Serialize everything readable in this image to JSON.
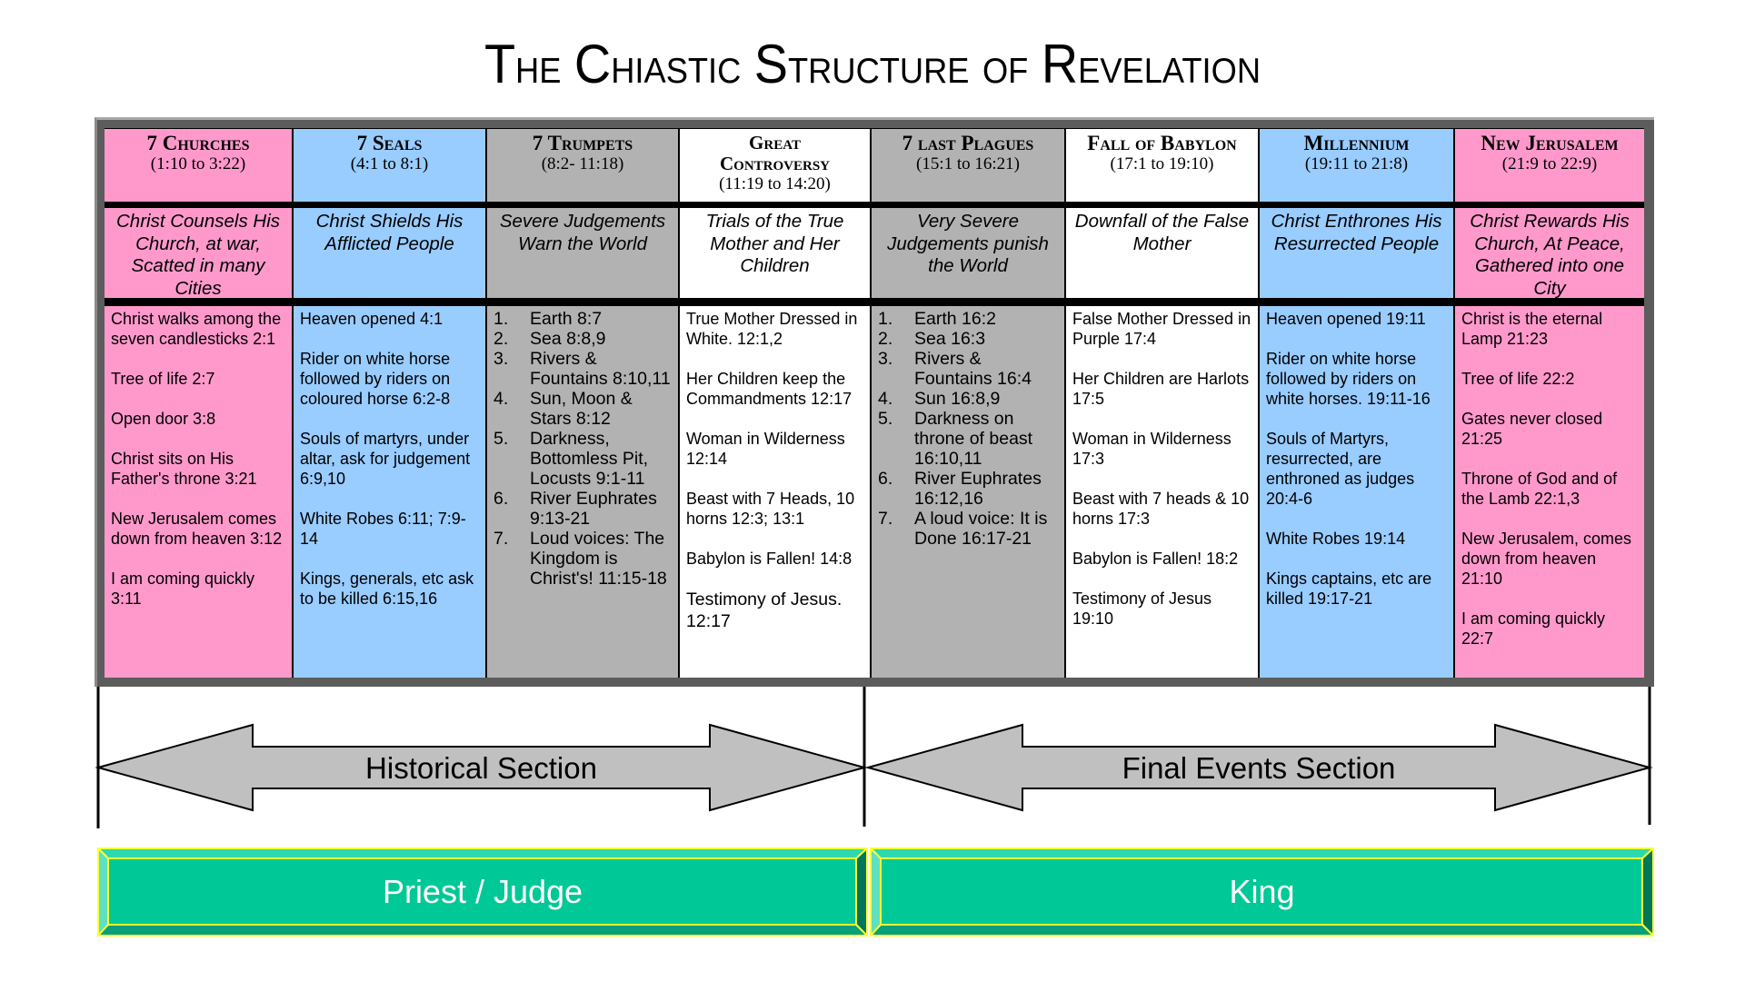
{
  "title": "The Chiastic Structure of Revelation",
  "colors": {
    "pink": "#ff99cc",
    "blue": "#99ccff",
    "grey": "#b2b2b2",
    "white": "#ffffff",
    "band_green": "#00c896",
    "band_outline": "#ffff33",
    "arrow_fill": "#c0c0c0"
  },
  "columns": [
    {
      "name": "7 Churches",
      "ref": "(1:10 to 3:22)",
      "color": "pink",
      "theme": "Christ Counsels His Church, at war, Scatted in many Cities",
      "items": [
        "Christ walks among the seven candlesticks 2:1",
        "Tree of life 2:7",
        "Open door 3:8",
        "Christ sits on His Father's throne 3:21",
        "New Jerusalem comes down from heaven 3:12",
        "I am coming quickly 3:11"
      ]
    },
    {
      "name": "7 Seals",
      "ref": "(4:1 to 8:1)",
      "color": "blue",
      "theme": "Christ Shields His Afflicted People",
      "items": [
        "Heaven opened 4:1",
        "Rider on white horse followed by riders on coloured horse 6:2-8",
        "Souls of martyrs, under altar, ask for judgement 6:9,10",
        "White Robes 6:11; 7:9-14",
        "Kings, generals, etc ask to be killed 6:15,16"
      ]
    },
    {
      "name": "7 Trumpets",
      "ref": "(8:2- 11:18)",
      "color": "grey",
      "theme": "Severe Judgements Warn the World",
      "numbered": [
        {
          "num": "1.",
          "text": "Earth 8:7"
        },
        {
          "num": "2.",
          "text": "Sea 8:8,9"
        },
        {
          "num": "3.",
          "text": "Rivers & Fountains 8:10,11"
        },
        {
          "num": "4.",
          "text": "Sun, Moon & Stars 8:12"
        },
        {
          "num": "5.",
          "text": "Darkness, Bottomless Pit, Locusts 9:1-11"
        },
        {
          "num": "6.",
          "text": "River Euphrates 9:13-21"
        },
        {
          "num": "7.",
          "text": "Loud voices: The Kingdom is Christ's! 11:15-18"
        }
      ]
    },
    {
      "name": "Great Controversy",
      "ref": "(11:19 to 14:20)",
      "color": "white",
      "theme": "Trials of the True Mother and Her Children",
      "items": [
        "True Mother Dressed in White. 12:1,2",
        "Her Children keep the Commandments 12:17",
        "Woman in Wilderness 12:14",
        "Beast with 7 Heads, 10 horns 12:3; 13:1",
        "Babylon is Fallen! 14:8",
        "Testimony of Jesus. 12:17"
      ]
    },
    {
      "name": "7 last Plagues",
      "ref": "(15:1 to 16:21)",
      "color": "grey",
      "theme": "Very Severe Judgements punish the World",
      "numbered": [
        {
          "num": "1.",
          "text": "Earth 16:2"
        },
        {
          "num": "2.",
          "text": "Sea 16:3"
        },
        {
          "num": "3.",
          "text": "Rivers & Fountains 16:4"
        },
        {
          "num": "4.",
          "text": "Sun 16:8,9"
        },
        {
          "num": "5.",
          "text": "Darkness on throne of beast 16:10,11"
        },
        {
          "num": "6.",
          "text": "River Euphrates 16:12,16"
        },
        {
          "num": "7.",
          "text": "A loud voice: It is Done 16:17-21"
        }
      ]
    },
    {
      "name": "Fall of Babylon",
      "ref": "(17:1 to 19:10)",
      "color": "white",
      "theme": "Downfall of the False Mother",
      "items": [
        "False Mother Dressed in Purple 17:4",
        "Her Children are Harlots 17:5",
        "Woman in Wilderness 17:3",
        "Beast with 7 heads & 10 horns 17:3",
        "Babylon is Fallen! 18:2",
        "Testimony of Jesus 19:10"
      ]
    },
    {
      "name": "Millennium",
      "ref": "(19:11 to 21:8)",
      "color": "blue",
      "theme": "Christ Enthrones His Resurrected People",
      "items": [
        "Heaven opened 19:11",
        "Rider on white horse followed by riders on white horses. 19:11-16",
        "Souls of Martyrs, resurrected, are enthroned as judges 20:4-6",
        "White Robes 19:14",
        "Kings captains, etc are killed 19:17-21"
      ]
    },
    {
      "name": "New Jerusalem",
      "ref": "(21:9 to 22:9)",
      "color": "pink",
      "theme": "Christ Rewards His Church, At Peace, Gathered into one City",
      "items": [
        "Christ is the eternal Lamp 21:23",
        "Tree of life 22:2",
        "Gates never closed 21:25",
        "Throne of God and of the Lamb 22:1,3",
        "New Jerusalem, comes down from heaven 21:10",
        "I am coming quickly 22:7"
      ]
    }
  ],
  "sections": [
    {
      "label": "Historical Section"
    },
    {
      "label": "Final Events Section"
    }
  ],
  "roles": [
    {
      "label": "Priest / Judge"
    },
    {
      "label": "King"
    }
  ]
}
